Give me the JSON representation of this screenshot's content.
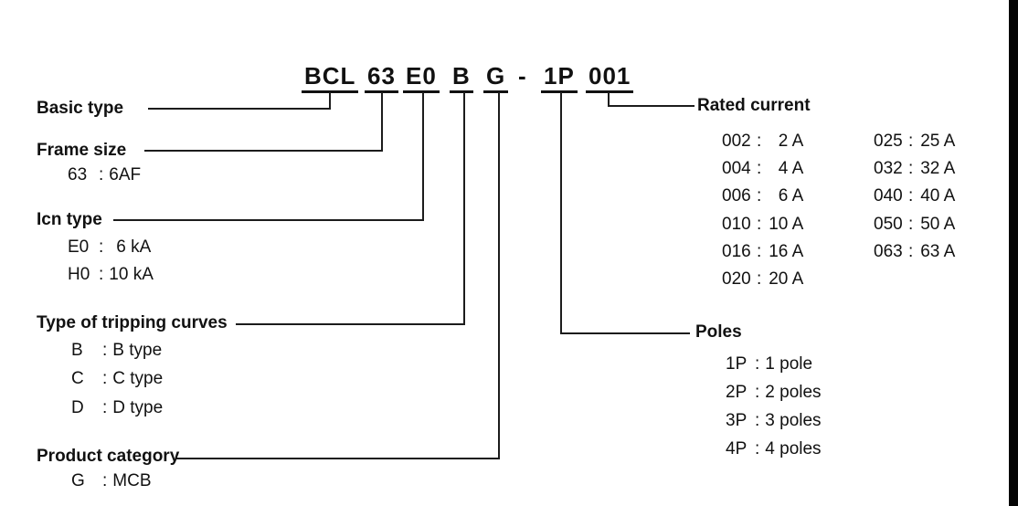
{
  "diagram": {
    "code": {
      "segments": [
        {
          "text": "BCL"
        },
        {
          "text": "63"
        },
        {
          "text": "E0"
        },
        {
          "text": "B"
        },
        {
          "text": "G"
        },
        {
          "text": "-"
        },
        {
          "text": "1P"
        },
        {
          "text": "001"
        }
      ]
    },
    "punct": {
      "colon": ":"
    },
    "sections": {
      "basic_type": {
        "title": "Basic type"
      },
      "frame_size": {
        "title": "Frame size",
        "items": [
          {
            "code": "63",
            "value": "6AF"
          }
        ]
      },
      "icn_type": {
        "title": "Icn type",
        "items": [
          {
            "code": "E0",
            "value": "6 kA"
          },
          {
            "code": "H0",
            "value": "10 kA"
          }
        ]
      },
      "tripping_curves": {
        "title": "Type of tripping curves",
        "items": [
          {
            "code": "B",
            "value": "B type"
          },
          {
            "code": "C",
            "value": "C type"
          },
          {
            "code": "D",
            "value": "D type"
          }
        ]
      },
      "product_category": {
        "title": "Product category",
        "items": [
          {
            "code": "G",
            "value": "MCB"
          }
        ]
      },
      "rated_current": {
        "title": "Rated current",
        "col1": [
          {
            "code": "002",
            "value": "2 A"
          },
          {
            "code": "004",
            "value": "4 A"
          },
          {
            "code": "006",
            "value": "6 A"
          },
          {
            "code": "010",
            "value": "10 A"
          },
          {
            "code": "016",
            "value": "16 A"
          },
          {
            "code": "020",
            "value": "20 A"
          }
        ],
        "col2": [
          {
            "code": "025",
            "value": "25 A"
          },
          {
            "code": "032",
            "value": "32 A"
          },
          {
            "code": "040",
            "value": "40 A"
          },
          {
            "code": "050",
            "value": "50 A"
          },
          {
            "code": "063",
            "value": "63 A"
          }
        ]
      },
      "poles": {
        "title": "Poles",
        "items": [
          {
            "code": "1P",
            "value": "1 pole"
          },
          {
            "code": "2P",
            "value": "2 poles"
          },
          {
            "code": "3P",
            "value": "3 poles"
          },
          {
            "code": "4P",
            "value": "4 poles"
          }
        ]
      }
    },
    "colors": {
      "text": "#111111",
      "line": "#1c1c1c",
      "edge_bar": "#050505",
      "background": "#ffffff"
    }
  }
}
